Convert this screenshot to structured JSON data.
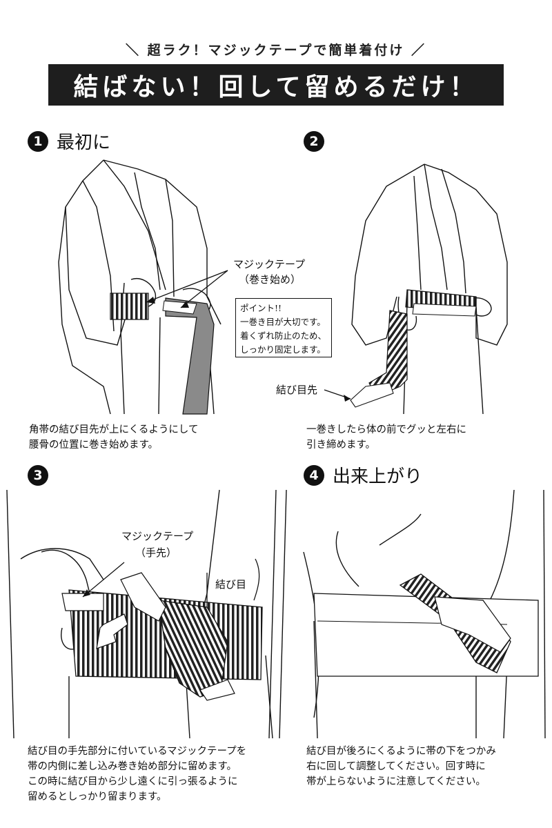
{
  "header": {
    "subtitle": "＼ 超ラク！マジックテープで簡単着付け ／",
    "banner": "結ばない！回して留めるだけ！"
  },
  "steps": [
    {
      "number": "1",
      "title": "最初に",
      "labels": {
        "magic_tape": "マジックテープ",
        "magic_tape_sub": "（巻き始め）"
      },
      "point": [
        "ポイント!!",
        "一巻き目が大切です。",
        "着くずれ防止のため、",
        "しっかり固定します。"
      ],
      "caption": [
        "角帯の結び目先が上にくるようにして",
        "腰骨の位置に巻き始めます。"
      ]
    },
    {
      "number": "2",
      "title": "",
      "labels": {
        "knot": "結び目先"
      },
      "caption": [
        "一巻きしたら体の前でグッと左右に",
        "引き締めます。"
      ]
    },
    {
      "number": "3",
      "title": "",
      "labels": {
        "magic_tape": "マジックテープ",
        "magic_tape_sub": "（手先）",
        "knot": "結び目"
      },
      "caption": [
        "結び目の手先部分に付いているマジックテープを",
        "帯の内側に差し込み巻き始め部分に留めます。",
        "この時に結び目から少し遠くに引っ張るように",
        "留めるとしっかり留まります。"
      ]
    },
    {
      "number": "4",
      "title": "出来上がり",
      "caption": [
        "結び目が後ろにくるように帯の下をつかみ",
        "右に回して調整してください。回す時に",
        "帯が上らないように注意してください。"
      ]
    }
  ]
}
